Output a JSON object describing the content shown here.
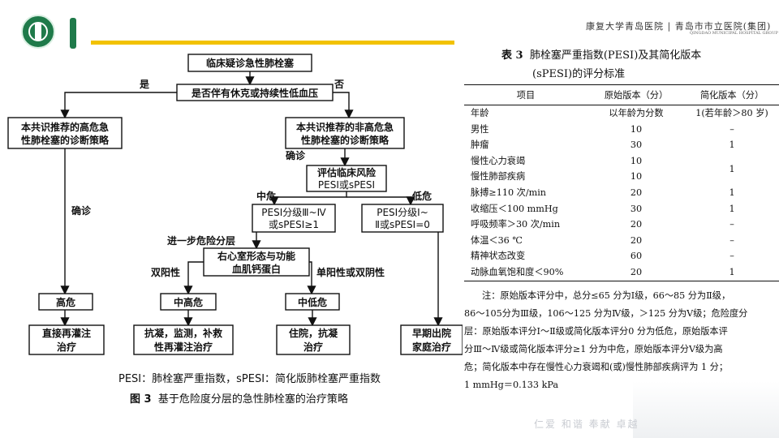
{
  "header": {
    "hospital_name": "康复大学青岛医院 | 青岛市市立医院(集团)",
    "hospital_sub": "QINGDAO MUNICIPAL HOSPITAL GROUP"
  },
  "flowchart": {
    "start": "临床疑诊急性肺栓塞",
    "q1": "是否伴有休克或持续性低血压",
    "yes": "是",
    "no": "否",
    "high_strategy": [
      "本共识推荐的高危急",
      "性肺栓塞的诊断策略"
    ],
    "nonhigh_strategy": [
      "本共识推荐的非高危急",
      "性肺栓塞的诊断策略"
    ],
    "confirm": "确诊",
    "confirm_left": "确诊",
    "eval": [
      "评估临床风险",
      "PESI或sPESI"
    ],
    "mid_risk": "中危",
    "low_risk": "低危",
    "mid_box": [
      "PESI分级Ⅲ~Ⅳ",
      "或sPESI≥1"
    ],
    "low_box": [
      "PESI分级Ⅰ~",
      "Ⅱ或sPESI=0"
    ],
    "further": "进一步危险分层",
    "rv_box": [
      "右心室形态与功能",
      "血肌钙蛋白"
    ],
    "double_pos": "双阳性",
    "single_pos": "单阳性或双阴性",
    "high": "高危",
    "mid_high": "中高危",
    "mid_low": "中低危",
    "treat_high": [
      "直接再灌注",
      "治疗"
    ],
    "treat_mid_high": [
      "抗凝，监测，补救",
      "性再灌注治疗"
    ],
    "treat_mid_low": [
      "住院，抗凝",
      "治疗"
    ],
    "treat_low": [
      "早期出院",
      "家庭治疗"
    ]
  },
  "caption": {
    "abbrev": "PESI：肺栓塞严重指数，sPESI：简化版肺栓塞严重指数",
    "fig_label": "图 3",
    "fig_title": "基于危险度分层的急性肺栓塞的治疗策略"
  },
  "table": {
    "label": "表 3",
    "title_line1": "肺栓塞严重指数(PESI)及其简化版本",
    "title_line2": "(sPESI)的评分标准",
    "headers": [
      "项目",
      "原始版本（分）",
      "简化版本（分）"
    ],
    "rows": [
      [
        "年龄",
        "以年龄为分数",
        "1(若年龄＞80 岁)"
      ],
      [
        "男性",
        "10",
        "–"
      ],
      [
        "肿瘤",
        "30",
        "1"
      ],
      [
        "慢性心力衰竭",
        "10",
        "1"
      ],
      [
        "慢性肺部疾病",
        "10",
        ""
      ],
      [
        "脉搏≥110 次/min",
        "20",
        "1"
      ],
      [
        "收缩压＜100 mmHg",
        "30",
        "1"
      ],
      [
        "呼吸频率＞30 次/min",
        "20",
        "–"
      ],
      [
        "体温＜36 ℃",
        "20",
        "–"
      ],
      [
        "精神状态改变",
        "60",
        "–"
      ],
      [
        "动脉血氧饱和度＜90%",
        "20",
        "1"
      ]
    ],
    "note_lines": [
      "注：原始版本评分中，总分≤65 分为Ⅰ级，66～85 分为Ⅱ级，",
      "86～105分为Ⅲ级，106～125 分为Ⅳ级，＞125 分为Ⅴ级；危险度分",
      "层：原始版本评分Ⅰ～Ⅱ级或简化版本评分0 分为低危，原始版本评",
      "分Ⅲ～Ⅳ级或简化版本评分≥1 分为中危，原始版本评分Ⅴ级为高",
      "危；简化版本中存在慢性心力衰竭和(或)慢性肺部疾病评为 1 分；",
      "1 mmHg＝0.133 kPa"
    ]
  },
  "footer": {
    "motto": "仁爱 和谐 奉献 卓越"
  }
}
